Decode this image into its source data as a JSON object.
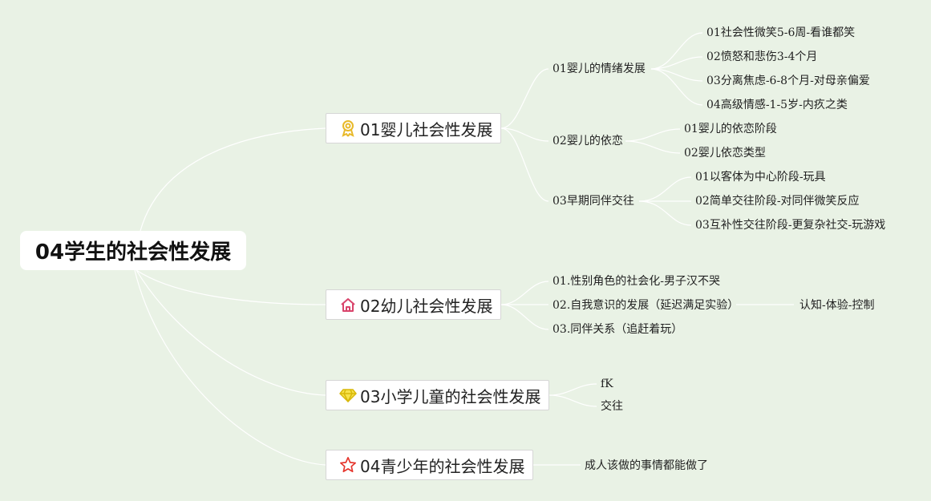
{
  "root": {
    "label": "04学生的社会性发展"
  },
  "branches": [
    {
      "label": "01婴儿社会性发展",
      "icon": "award-ribbon-icon",
      "children": [
        {
          "label": "01婴儿的情绪发展",
          "children": [
            "01社会性微笑5-6周-看谁都笑",
            "02愤怒和悲伤3-4个月",
            "03分离焦虑-6-8个月-对母亲偏爱",
            "04高级情感-1-5岁-内疚之类"
          ]
        },
        {
          "label": "02婴儿的依恋",
          "children": [
            "01婴儿的依恋阶段",
            "02婴儿依恋类型"
          ]
        },
        {
          "label": "03早期同伴交往",
          "children": [
            "01以客体为中心阶段-玩具",
            "02简单交往阶段-对同伴微笑反应",
            "03互补性交往阶段-更复杂社交-玩游戏"
          ]
        }
      ]
    },
    {
      "label": "02幼儿社会性发展",
      "icon": "house-icon",
      "children": [
        {
          "label": "01.性别角色的社会化-男子汉不哭"
        },
        {
          "label": "02.自我意识的发展（延迟满足实验）",
          "children": [
            "认知-体验-控制"
          ]
        },
        {
          "label": "03.同伴关系（追赶着玩）"
        }
      ]
    },
    {
      "label": "03小学儿童的社会性发展",
      "icon": "diamond-icon",
      "children": [
        {
          "label": "fK"
        },
        {
          "label": "交往"
        }
      ]
    },
    {
      "label": "04青少年的社会性发展",
      "icon": "star-icon",
      "children": [
        {
          "label": "成人该做的事情都能做了"
        }
      ]
    }
  ],
  "colors": {
    "background": "#e9f2e5",
    "link": "#ffffff",
    "award_icon": "#e8b92a",
    "house_icon": "#d9446b",
    "diamond_icon": "#f2d21b",
    "star_icon": "#e5352c"
  }
}
